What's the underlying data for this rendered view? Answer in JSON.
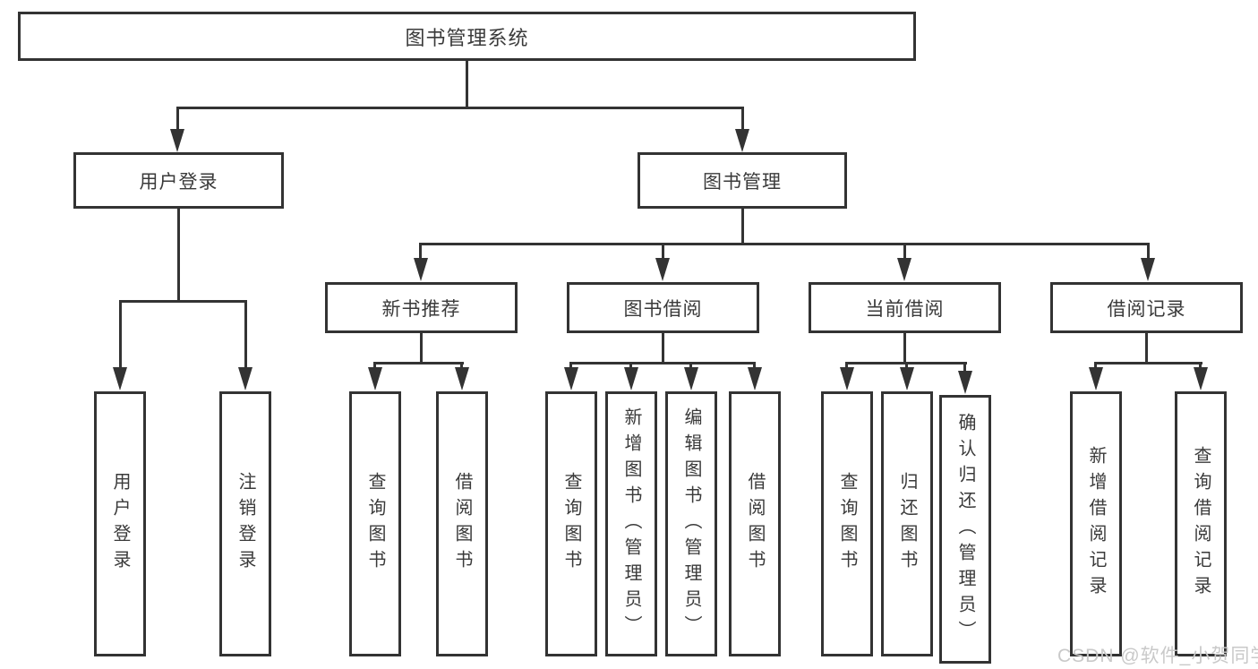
{
  "tree": {
    "label": "图书管理系统",
    "children": [
      {
        "label": "用户登录",
        "children": [
          {
            "label": "用户登录"
          },
          {
            "label": "注销登录"
          }
        ]
      },
      {
        "label": "图书管理",
        "children": [
          {
            "label": "新书推荐",
            "children": [
              {
                "label": "查询图书"
              },
              {
                "label": "借阅图书"
              }
            ]
          },
          {
            "label": "图书借阅",
            "children": [
              {
                "label": "查询图书"
              },
              {
                "label": "新增图书（管理员）"
              },
              {
                "label": "编辑图书（管理员）"
              },
              {
                "label": "借阅图书"
              }
            ]
          },
          {
            "label": "当前借阅",
            "children": [
              {
                "label": "查询图书"
              },
              {
                "label": "归还图书"
              },
              {
                "label": "确认归还（管理员）"
              }
            ]
          },
          {
            "label": "借阅记录",
            "children": [
              {
                "label": "新增借阅记录"
              },
              {
                "label": "查询借阅记录"
              }
            ]
          }
        ]
      }
    ]
  },
  "watermark": "CSDN @软件_小贺同学",
  "colors": {
    "line": "#333333",
    "text": "#3a3a3a",
    "watermark": "#c9c9c9",
    "bg": "#ffffff"
  }
}
